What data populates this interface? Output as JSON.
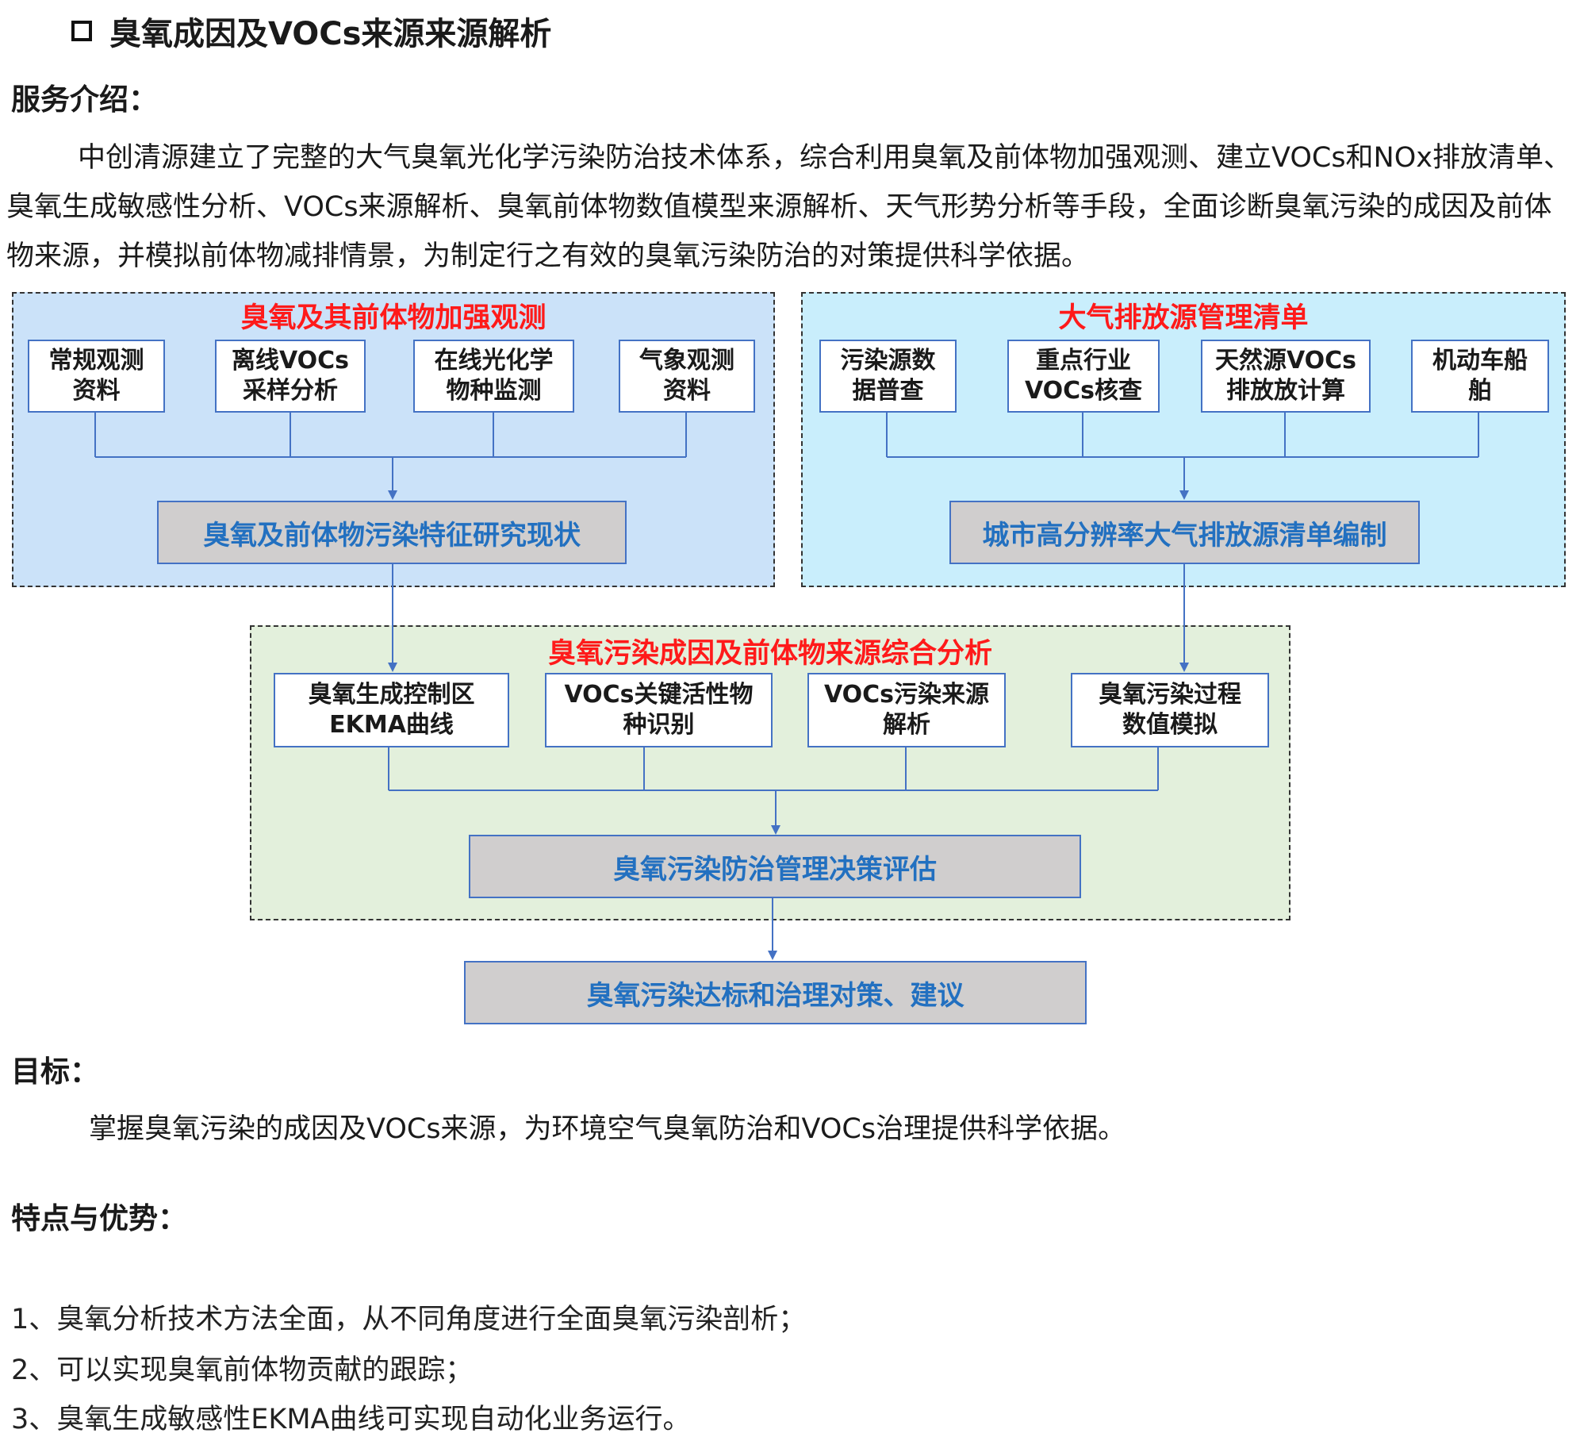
{
  "title": "臭氧成因及VOCs来源来源解析",
  "service": {
    "heading": "服务介绍：",
    "paragraph": "中创清源建立了完整的大气臭氧光化学污染防治技术体系，综合利用臭氧及前体物加强观测、建立VOCs和NOx排放清单、臭氧生成敏感性分析、VOCs来源解析、臭氧前体物数值模型来源解析、天气形势分析等手段，全面诊断臭氧污染的成因及前体物来源，并模拟前体物减排情景，为制定行之有效的臭氧污染防治的对策提供科学依据。"
  },
  "diagram": {
    "colors": {
      "panel_blue": "#cbe2f9",
      "panel_cyan": "#c9eefc",
      "panel_green": "#e3f0dc",
      "gray_box": "#d0cece",
      "title_red": "#ff1a1a",
      "gray_text": "#2270c0",
      "line": "#4472c4"
    },
    "observation": {
      "title": "臭氧及其前体物加强观测",
      "items": [
        "常规观测\n资料",
        "离线VOCs\n采样分析",
        "在线光化学\n物种监测",
        "气象观测\n资料"
      ],
      "result": "臭氧及前体物污染特征研究现状"
    },
    "inventory": {
      "title": "大气排放源管理清单",
      "items": [
        "污染源数\n据普查",
        "重点行业\nVOCs核查",
        "天然源VOCs\n排放放计算",
        "机动车船\n舶"
      ],
      "result": "城市高分辨率大气排放源清单编制"
    },
    "analysis": {
      "title": "臭氧污染成因及前体物来源综合分析",
      "items": [
        "臭氧生成控制区\nEKMA曲线",
        "VOCs关键活性物\n种识别",
        "VOCs污染来源\n解析",
        "臭氧污染过程\n数值模拟"
      ],
      "result": "臭氧污染防治管理决策评估"
    },
    "final": "臭氧污染达标和治理对策、建议"
  },
  "goal": {
    "heading": "目标：",
    "text": "掌握臭氧污染的成因及VOCs来源，为环境空气臭氧防治和VOCs治理提供科学依据。"
  },
  "features": {
    "heading": "特点与优势：",
    "items": [
      "1、臭氧分析技术方法全面，从不同角度进行全面臭氧污染剖析；",
      "2、可以实现臭氧前体物贡献的跟踪；",
      "3、臭氧生成敏感性EKMA曲线可实现自动化业务运行。"
    ]
  }
}
